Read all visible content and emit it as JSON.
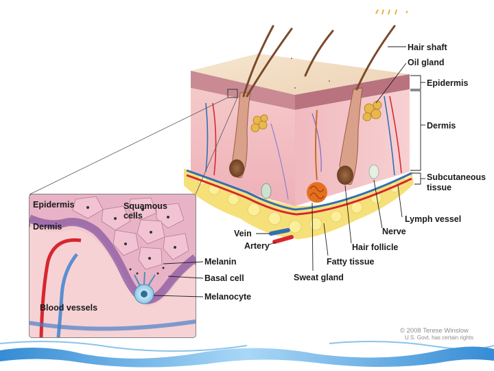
{
  "labels": {
    "hair_shaft": "Hair shaft",
    "oil_gland": "Oil gland",
    "epidermis": "Epidermis",
    "dermis": "Dermis",
    "subcutaneous_line1": "Subcutaneous",
    "subcutaneous_line2": "tissue",
    "vein": "Vein",
    "artery": "Artery",
    "lymph_vessel": "Lymph vessel",
    "nerve": "Nerve",
    "hair_follicle": "Hair follicle",
    "fatty_tissue": "Fatty tissue",
    "sweat_gland": "Sweat gland"
  },
  "inset": {
    "epidermis": "Epidermis",
    "dermis": "Dermis",
    "squamous_line1": "Squamous",
    "squamous_line2": "cells",
    "blood_vessels": "Blood vessels",
    "melanin": "Melanin",
    "basal_cell": "Basal cell",
    "melanocyte": "Melanocyte"
  },
  "credit": {
    "line1": "© 2008 Terese Winslow",
    "line2": "U.S. Govt. has certain rights"
  },
  "colors": {
    "skin_top": "#f2dcc3",
    "epidermis": "#c98a93",
    "dermis": "#f0bcc0",
    "fat": "#f5e07a",
    "inset_bg": "#f3c9cf",
    "artery": "#d8262e",
    "vein": "#2f6fb5",
    "wave_blue": "#2a8fd6"
  }
}
